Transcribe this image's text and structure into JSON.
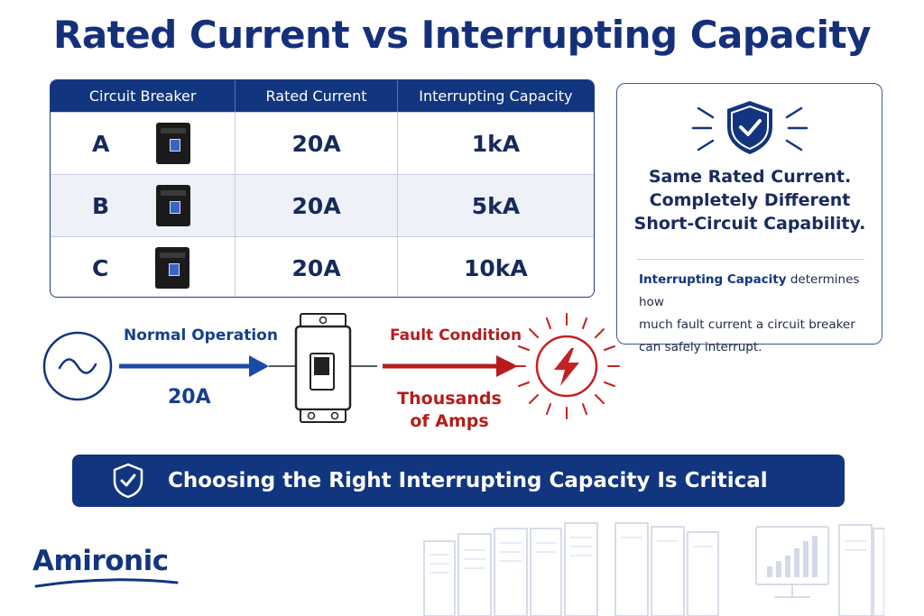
{
  "title": "Rated Current vs Interrupting Capacity",
  "table": {
    "headers": [
      "Circuit Breaker",
      "Rated Current",
      "Interrupting Capacity"
    ],
    "rows": [
      {
        "breaker": "A",
        "rated": "20A",
        "capacity": "1kA"
      },
      {
        "breaker": "B",
        "rated": "20A",
        "capacity": "5kA"
      },
      {
        "breaker": "C",
        "rated": "20A",
        "capacity": "10kA"
      }
    ]
  },
  "callout": {
    "headline_1": "Same Rated Current.",
    "headline_2": "Completely Different",
    "headline_3": "Short-Circuit Capability.",
    "body_bold": "Interrupting Capacity",
    "body_rest_1": " determines how",
    "body_line_2": "much fault current a circuit breaker",
    "body_line_3": "can safely interrupt."
  },
  "flow": {
    "normal_label": "Normal Operation",
    "normal_value": "20A",
    "fault_label": "Fault Condition",
    "fault_value_1": "Thousands",
    "fault_value_2": "of Amps"
  },
  "banner": "Choosing the Right Interrupting Capacity Is Critical",
  "logo": "Amironic",
  "colors": {
    "navy": "#12357f",
    "fault_red": "#b51d1d",
    "title_blue": "#15307a"
  },
  "icons": [
    "shield-check-icon",
    "ac-source-icon",
    "breaker-switch-icon",
    "lightning-burst-icon",
    "shield-check-outline-icon"
  ]
}
